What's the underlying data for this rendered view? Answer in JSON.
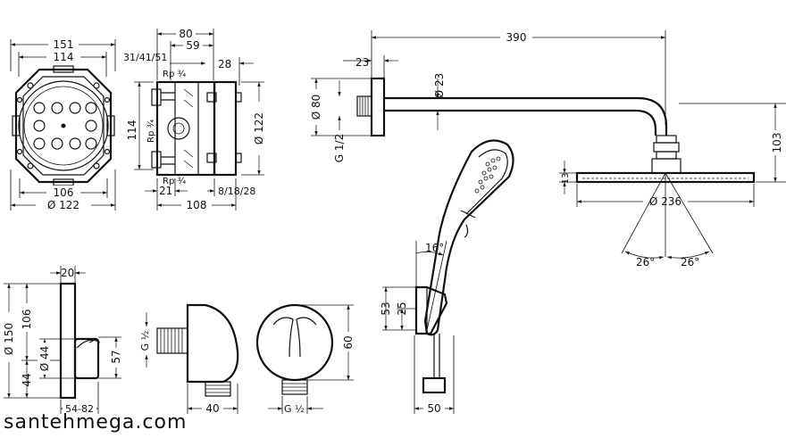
{
  "watermark": "santehmega.com",
  "dims": {
    "box_w_outer": "151",
    "box_w_inner": "114",
    "box_w_bottom": "106",
    "box_dia": "Ø 122",
    "side_w_80": "80",
    "side_w_59": "59",
    "side_left_range": "31/41/51",
    "side_28": "28",
    "side_h_114": "114",
    "side_rp_top": "Rp ¾",
    "side_rp_mid": "Rp ¾",
    "side_rp_bot": "Rp ¾",
    "side_dia_122": "Ø 122",
    "side_21": "21",
    "side_108": "108",
    "side_range_bottom": "8/18/28",
    "arm_390": "390",
    "arm_23": "23",
    "arm_d23": "Ø 23",
    "arm_d80": "Ø 80",
    "arm_g12": "G 1/2",
    "head_103": "103",
    "head_13": "13",
    "head_d236": "Ø 236",
    "angle_left": "26°",
    "angle_right": "26°",
    "hand_angle": "16°",
    "holder_53": "53",
    "holder_25": "25",
    "hose_50": "50",
    "plate_20": "20",
    "plate_d150": "Ø 150",
    "plate_106": "106",
    "plate_d44": "Ø 44",
    "plate_44": "44",
    "plate_57": "57",
    "plate_range": "54-82",
    "elbow_g12": "G ½",
    "elbow_40": "40",
    "elbow_60": "60",
    "elbow_g12_bottom": "G ½"
  }
}
